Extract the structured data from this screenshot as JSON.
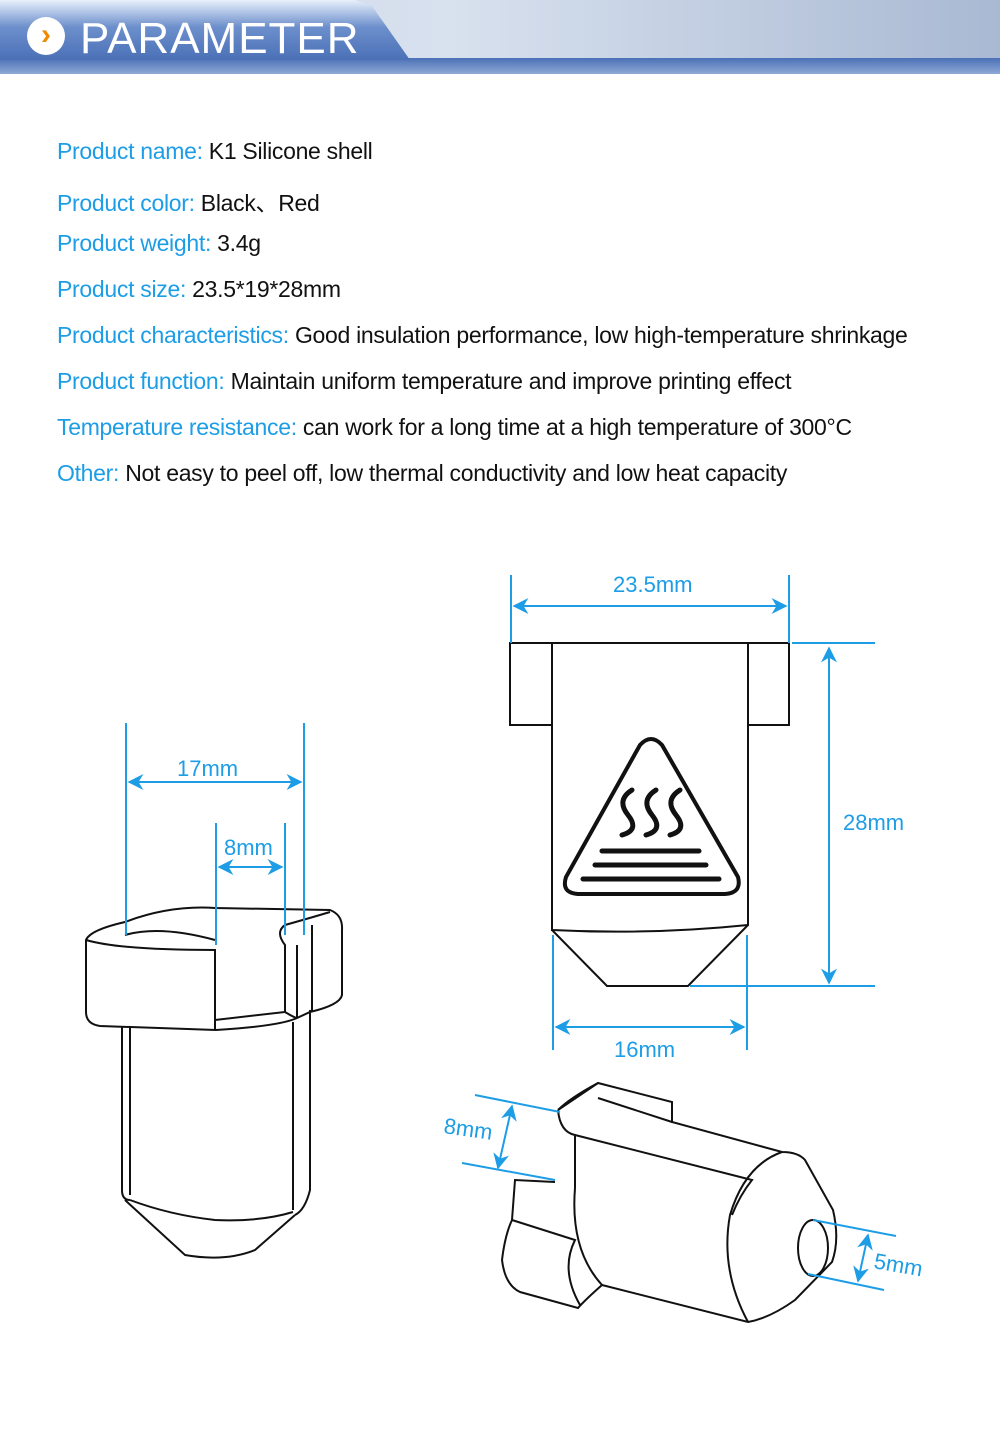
{
  "header": {
    "title": "PARAMETER",
    "icon": "chevron-right-icon"
  },
  "specs": [
    {
      "label": "Product name:",
      "value": "K1 Silicone shell"
    },
    {
      "label": "Product color:",
      "value": "Black、Red"
    },
    {
      "label": "Product weight:",
      "value": "3.4g"
    },
    {
      "label": "Product size:",
      "value": "23.5*19*28mm"
    },
    {
      "label": "Product characteristics:",
      "value": "Good insulation performance, low high-temperature shrinkage"
    },
    {
      "label": "Product function:",
      "value": "Maintain uniform temperature and improve printing effect"
    },
    {
      "label": "Temperature resistance:",
      "value": "can work for a long time at a high temperature of 300°C"
    },
    {
      "label": "Other:",
      "value": "Not easy to peel off, low thermal conductivity and low heat capacity"
    }
  ],
  "dimensions": {
    "width_top": "23.5mm",
    "height": "28mm",
    "width_bottom": "16mm",
    "side_width": "17mm",
    "slot": "8mm",
    "side_depth": "8mm",
    "nozzle_hole": "5mm"
  },
  "colors": {
    "accent": "#1c9de6",
    "header_blue": "#4a70b6",
    "chevron": "#f08a00"
  }
}
